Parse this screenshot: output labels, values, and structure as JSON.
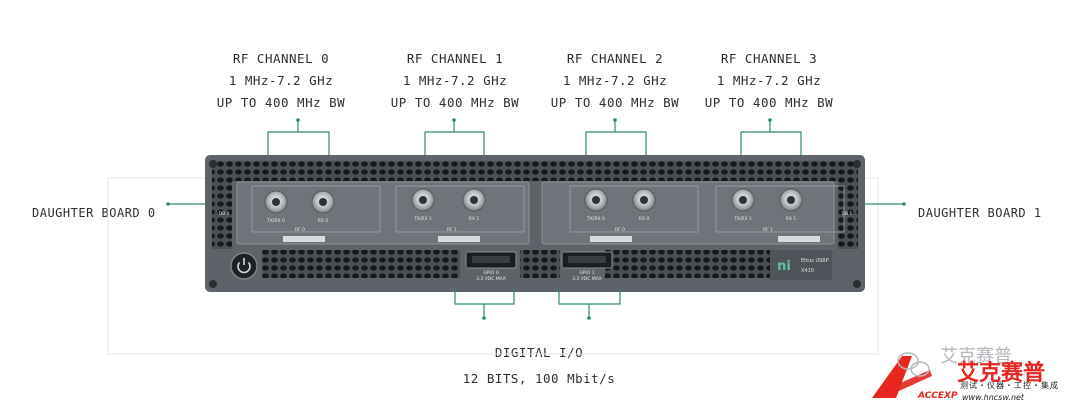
{
  "channels": [
    {
      "name": "RF CHANNEL 0",
      "freq": "1 MHz-7.2 GHz",
      "bw": "UP TO 400 MHz BW"
    },
    {
      "name": "RF CHANNEL 1",
      "freq": "1 MHz-7.2 GHz",
      "bw": "UP TO 400 MHz BW"
    },
    {
      "name": "RF CHANNEL 2",
      "freq": "1 MHz-7.2 GHz",
      "bw": "UP TO 400 MHz BW"
    },
    {
      "name": "RF CHANNEL 3",
      "freq": "1 MHz-7.2 GHz",
      "bw": "UP TO 400 MHz BW"
    }
  ],
  "daughter_boards": {
    "left": "DAUGHTER BOARD 0",
    "right": "DAUGHTER BOARD 1"
  },
  "digital_io": {
    "title": "DIGITAL I/O",
    "spec": "12 BITS, 100 Mbit/s"
  },
  "device": {
    "panel_labels": {
      "db0": "DB 0",
      "db1": "DB 1"
    },
    "port_labels": [
      "TX/RX 0",
      "RX 0",
      "TX/RX 1",
      "RX 1",
      "TX/RX 0",
      "RX 0",
      "TX/RX 1",
      "RX 1"
    ],
    "rf_labels": [
      "RF 0",
      "RF 1",
      "RF 0",
      "RF 1"
    ],
    "gpio_labels": [
      "GPIO 0",
      "GPIO 1"
    ],
    "gpio_sub": "3.3 VDC MAX",
    "brand": "ni",
    "model_line1": "Ettus USRP",
    "model_line2": "X410"
  },
  "watermark": {
    "script_text": "艾克赛普",
    "brand_text": "艾克赛普",
    "subtitle": "测试・仪器・工控・集成",
    "url": "www.hncsw.net",
    "logo_letters": "ACCEXP"
  },
  "colors": {
    "accent": "#2e8b6e",
    "chassis": "#5b6166",
    "text": "#2b2f33",
    "brand_red": "#e6261f"
  }
}
